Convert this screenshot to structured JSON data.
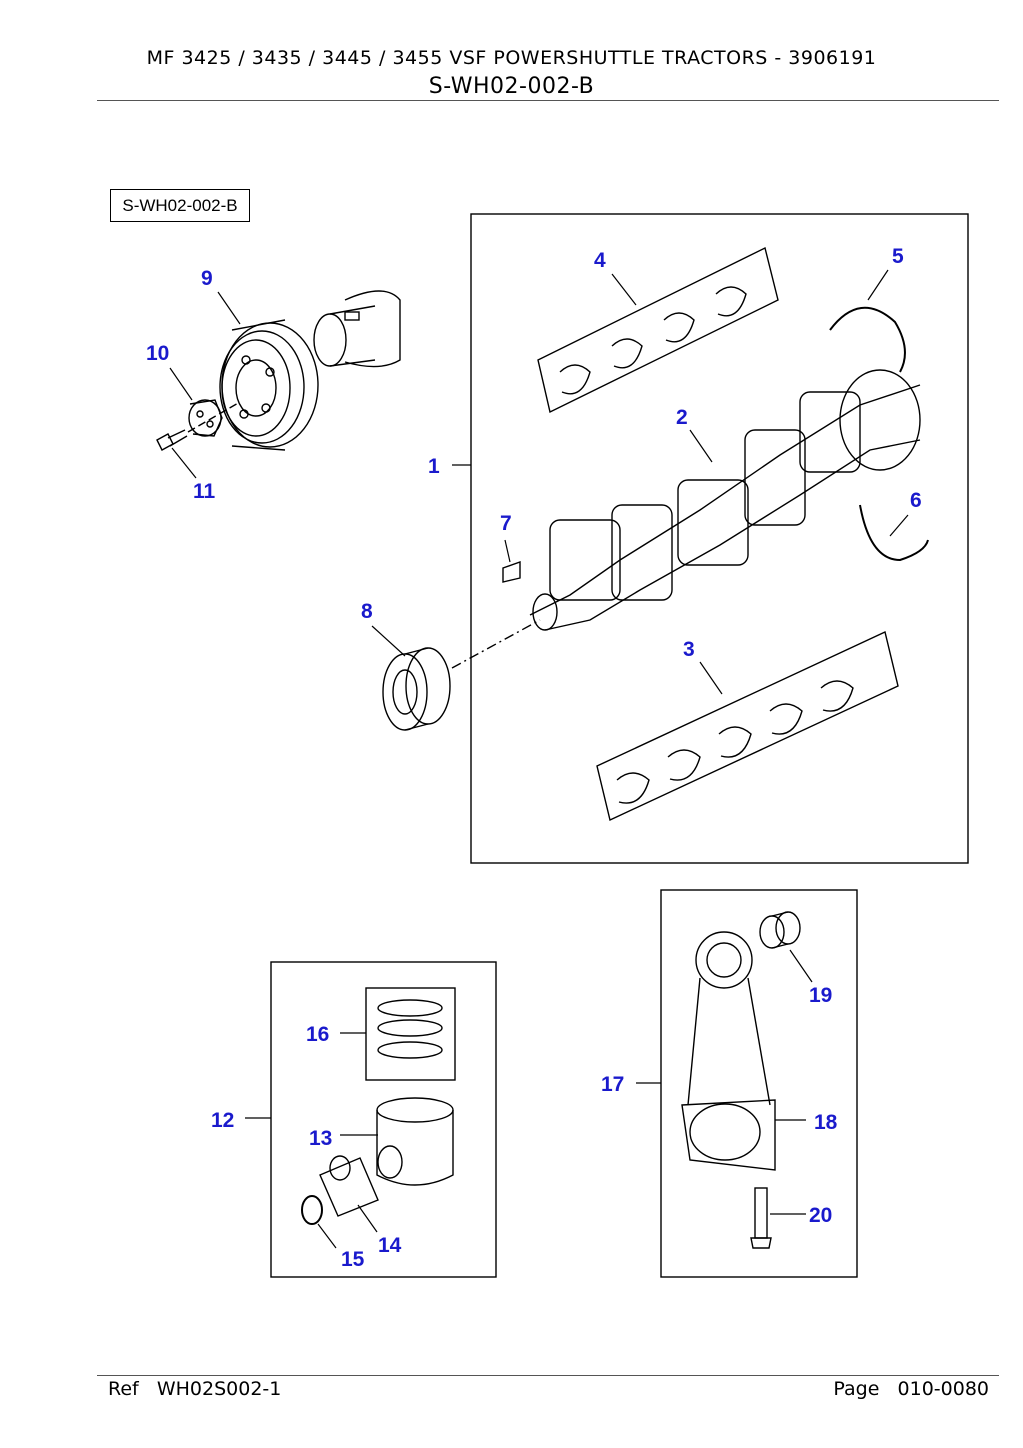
{
  "header": {
    "title": "MF 3425 / 3435 / 3445 / 3455 VSF   POWERSHUTTLE  TRACTORS - 3906191",
    "subtitle": "S-WH02-002-B"
  },
  "diagram": {
    "ref_box_label": "S-WH02-002-B",
    "callouts": [
      "1",
      "2",
      "3",
      "4",
      "5",
      "6",
      "7",
      "8",
      "9",
      "10",
      "11",
      "12",
      "13",
      "14",
      "15",
      "16",
      "17",
      "18",
      "19",
      "20"
    ]
  },
  "footer": {
    "ref_label": "Ref",
    "ref_value": "WH02S002-1",
    "page_label": "Page",
    "page_value": "010-0080"
  }
}
